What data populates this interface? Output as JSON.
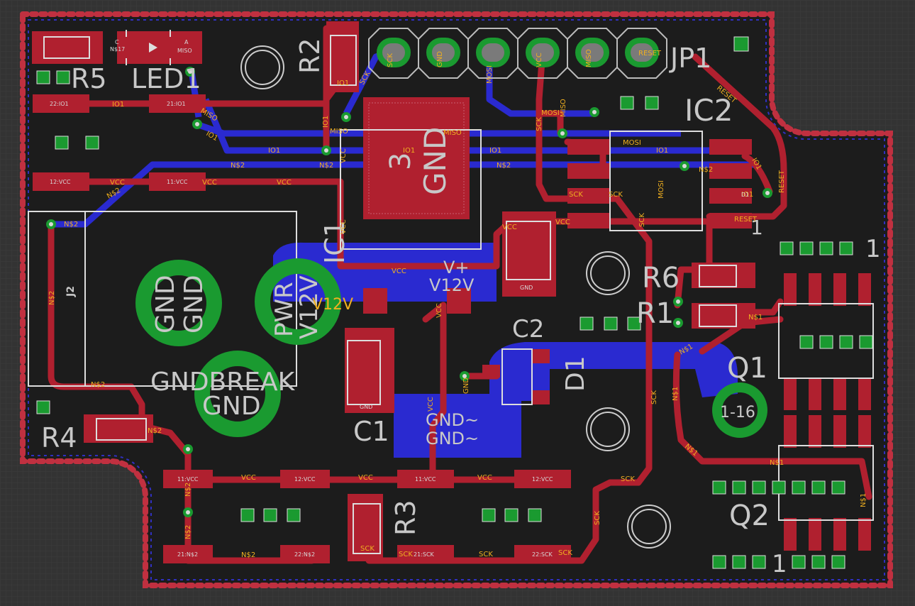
{
  "colors": {
    "background": "#333333",
    "grid": "#3e3e3e",
    "top_copper": "#b0202f",
    "bottom_copper": "#2a2ad0",
    "silk": "#c8c8c8",
    "via": "#1a9a30",
    "net_label": "#f0b020",
    "board_outline": "#ffffff"
  },
  "labels": {
    "R5": "R5",
    "LED1": "LED1",
    "R2": "R2",
    "JP1": "JP1",
    "IC2": "IC2",
    "IC1": "IC1",
    "IC1_pin3": "3",
    "IC1_gnd": "GND",
    "R6": "R6",
    "R1": "R1",
    "C2": "C2",
    "D1": "D1",
    "Q1": "Q1",
    "C1": "C1",
    "R4": "R4",
    "R3": "R3",
    "Q2": "Q2",
    "J2": "J2",
    "pin1_a": "1",
    "pin1_b": "1",
    "pin1_c": "1",
    "gnd_pad_1": "GND",
    "gnd_pad_2": "GND",
    "pwr_pad_1": "PWR",
    "pwr_pad_2": "V12V",
    "gndbreak": "GNDBREAK",
    "gndbreak_gnd": "GND",
    "vplus": "V+",
    "v12v": "V12V",
    "v12v_net": "V12V",
    "gnd_pour_1": "GND~",
    "gnd_pour_2": "GND~",
    "q1_via": "1-16"
  },
  "jp1_pins": [
    "SCK",
    "GND",
    "MOSI",
    "VCC",
    "MISO",
    "RESET"
  ],
  "pad_names": {
    "p22io1": "22:IO1",
    "p21io1": "21:IO1",
    "p12vcc": "12:VCC",
    "p11vcc": "11:VCC",
    "b11vcc": "11:VCC",
    "b12vcc": "12:VCC",
    "b11vcc2": "11:VCC",
    "b12vcc2": "12:VCC",
    "b21n2": "21:N$2",
    "b22n2": "22:N$2",
    "b21sck": "21:SCK",
    "b22sck": "22:SCK"
  },
  "nets": {
    "io1": "IO1",
    "vcc": "VCC",
    "n2": "N$2",
    "n1": "N$1",
    "mosi": "MOSI",
    "miso": "MISO",
    "sck": "SCK",
    "reset": "RESET",
    "gnd": "GND",
    "n17": "N$17",
    "a": "A",
    "c": "C",
    "d1": "D1"
  }
}
